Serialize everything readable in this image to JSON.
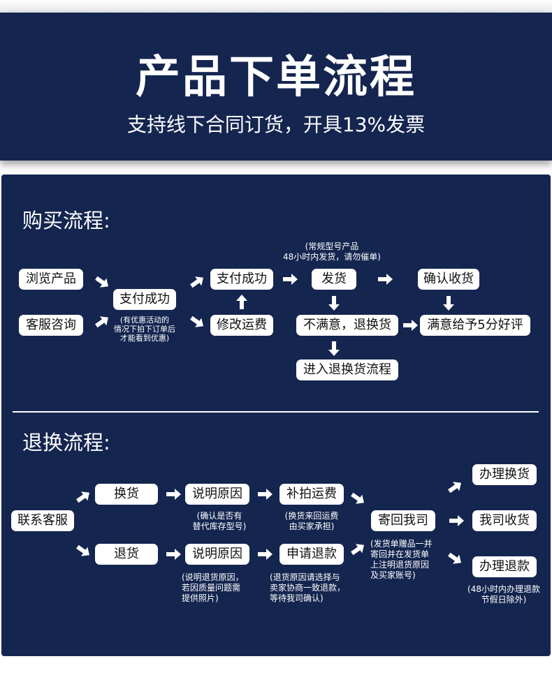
{
  "header": {
    "title": "产品下单流程",
    "subtitle": "支持线下合同订货，开具13%发票"
  },
  "purchase": {
    "title": "购买流程:",
    "boxes": {
      "browse": "浏览产品",
      "service": "客服咨询",
      "pay_success_1": "支付成功",
      "pay_success_2": "支付成功",
      "modify_shipping": "修改运费",
      "ship": "发货",
      "confirm_receipt": "确认收货",
      "unsatisfied": "不满意，退换货",
      "satisfied": "满意给予5分好评",
      "enter_return": "进入退换货流程"
    },
    "notes": {
      "ship_note": "(常规型号产品\n48小时内发货，请勿催单)",
      "promo_note": "(有优惠活动的\n情况下拍下订单后\n才能看到优惠)"
    }
  },
  "returns": {
    "title": "退换流程:",
    "boxes": {
      "contact": "联系客服",
      "exchange": "换货",
      "return": "退货",
      "reason_1": "说明原因",
      "reason_2": "说明原因",
      "extra_shipping": "补拍运费",
      "refund_request": "申请退款",
      "send_back": "寄回我司",
      "handle_exchange": "办理换货",
      "received": "我司收货",
      "handle_refund": "办理退款"
    },
    "notes": {
      "confirm_stock": "(确认是否有\n替代库存型号)",
      "shipping_cost": "(换货来回运费\n由买家承担)",
      "return_reason": "(说明退货原因，\n若因质量问题需\n提供照片)",
      "agree_refund": "(退货原因请选择与\n卖家协商一致退款，\n等待我司确认)",
      "send_note": "(发货单赠品一并\n寄回并在发货单\n上注明退货原因\n及买家账号)",
      "refund_time": "(48小时内办理退款\n节假日除外)"
    }
  },
  "colors": {
    "background_navy": "#14254f",
    "box_white": "#ffffff",
    "text_dark": "#111111"
  }
}
